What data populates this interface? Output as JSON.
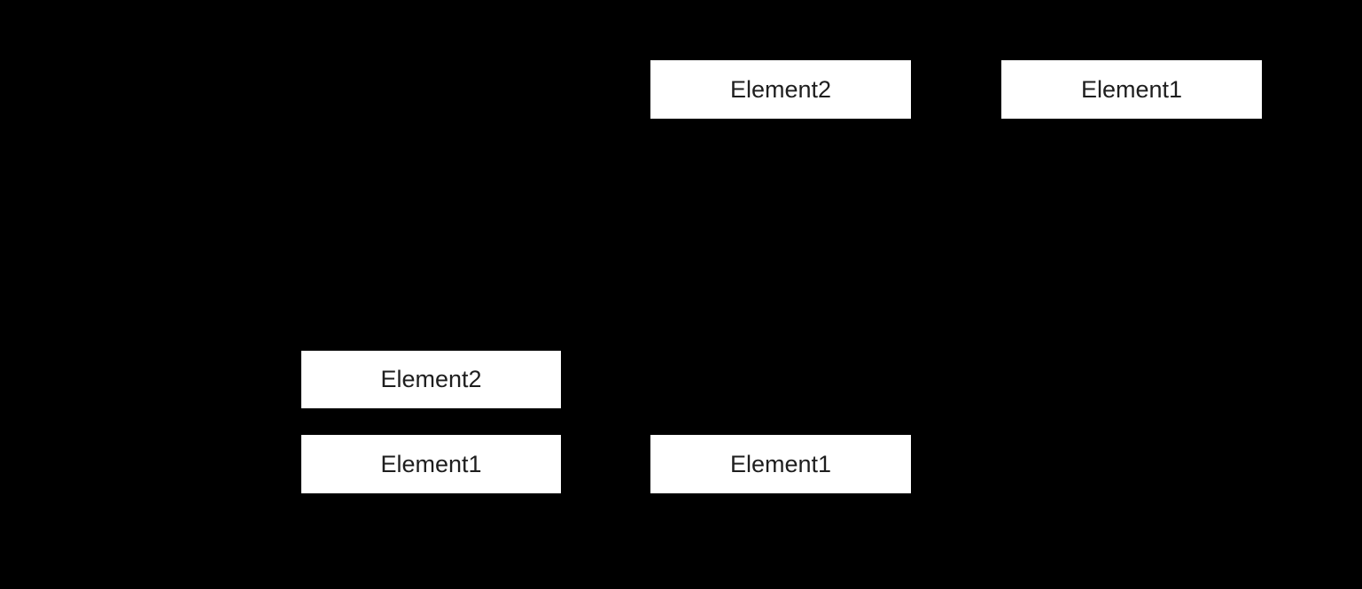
{
  "canvas": {
    "background_color": "#000000",
    "item_background_color": "#ffffff",
    "item_text_color": "#1e1e1e"
  },
  "boxes": [
    {
      "id": "top-middle",
      "label": "Element2"
    },
    {
      "id": "top-right",
      "label": "Element1"
    },
    {
      "id": "middle-left",
      "label": "Element2"
    },
    {
      "id": "bottom-left",
      "label": "Element1"
    },
    {
      "id": "bottom-middle",
      "label": "Element1"
    }
  ]
}
